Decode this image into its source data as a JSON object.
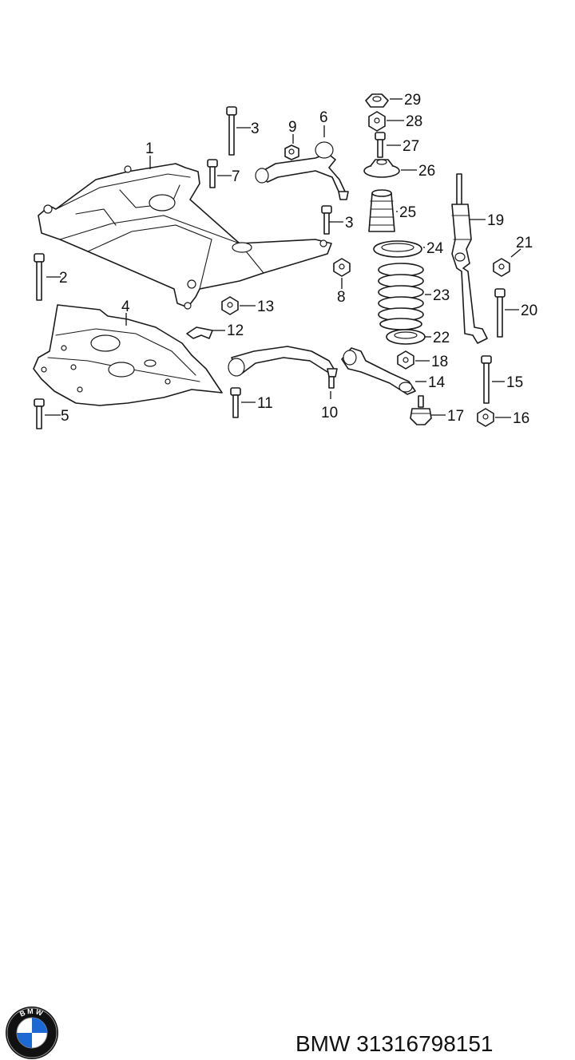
{
  "diagram": {
    "callouts": [
      {
        "id": "1",
        "label": "1"
      },
      {
        "id": "2",
        "label": "2"
      },
      {
        "id": "3a",
        "label": "3"
      },
      {
        "id": "3b",
        "label": "3"
      },
      {
        "id": "4",
        "label": "4"
      },
      {
        "id": "5",
        "label": "5"
      },
      {
        "id": "6",
        "label": "6"
      },
      {
        "id": "7",
        "label": "7"
      },
      {
        "id": "8",
        "label": "8"
      },
      {
        "id": "9",
        "label": "9"
      },
      {
        "id": "10",
        "label": "10"
      },
      {
        "id": "11",
        "label": "11"
      },
      {
        "id": "12",
        "label": "12"
      },
      {
        "id": "13",
        "label": "13"
      },
      {
        "id": "14",
        "label": "14"
      },
      {
        "id": "15",
        "label": "15"
      },
      {
        "id": "16",
        "label": "16"
      },
      {
        "id": "17",
        "label": "17"
      },
      {
        "id": "18",
        "label": "18"
      },
      {
        "id": "19",
        "label": "19"
      },
      {
        "id": "20",
        "label": "20"
      },
      {
        "id": "21",
        "label": "21"
      },
      {
        "id": "22",
        "label": "22"
      },
      {
        "id": "23",
        "label": "23"
      },
      {
        "id": "24",
        "label": "24"
      },
      {
        "id": "25",
        "label": "25"
      },
      {
        "id": "26",
        "label": "26"
      },
      {
        "id": "27",
        "label": "27"
      },
      {
        "id": "28",
        "label": "28"
      },
      {
        "id": "29",
        "label": "29"
      }
    ]
  },
  "footer": {
    "logo_icon": "bmw-roundel-icon",
    "logo_text": "BMW",
    "caption": "BMW 31316798151",
    "colors": {
      "roundel_blue": "#1c69d4",
      "roundel_ring": "#111111"
    }
  }
}
